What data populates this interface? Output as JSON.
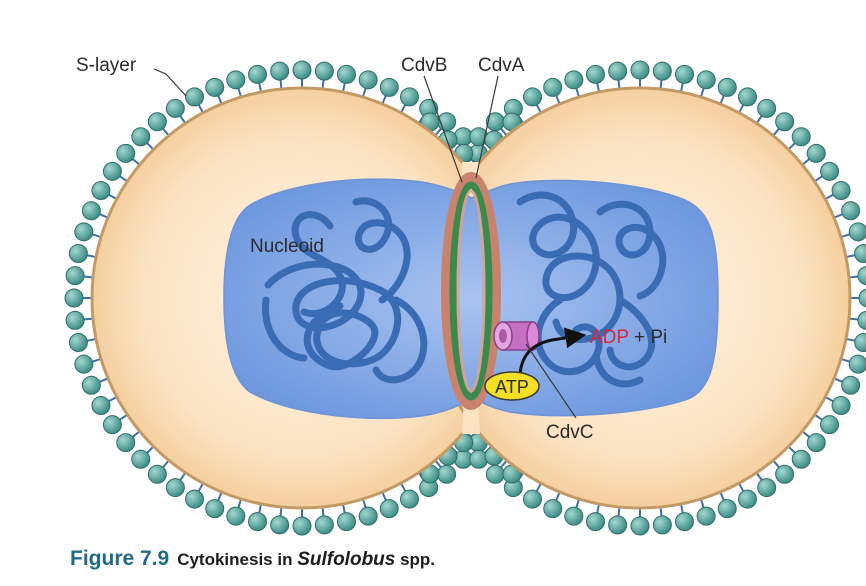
{
  "labels": {
    "s_layer": "S-layer",
    "cdvb": "CdvB",
    "cdva": "CdvA",
    "nucleoid": "Nucleoid",
    "adp": "ADP",
    "plus_pi": " + Pi",
    "atp": "ATP",
    "cdvc": "CdvC"
  },
  "caption": {
    "figure_number": "Figure 7.9",
    "text_before": "Cytokinesis in ",
    "genus": "Sulfolobus",
    "text_after": " spp."
  },
  "colors": {
    "cytoplasm": "#fbe3c2",
    "cell_border": "#c39a66",
    "s_layer_bead": "#5ba9a3",
    "s_layer_stalk": "#3f6fa8",
    "nucleoid_region": "#7fa6e3",
    "dna": "#3a6cb5",
    "cdvb_ring": "#3a8a4e",
    "cdva_ring": "#c9826b",
    "cdvc": "#c76fc2",
    "atp": "#f5e025",
    "adp_text": "#d9263b"
  }
}
